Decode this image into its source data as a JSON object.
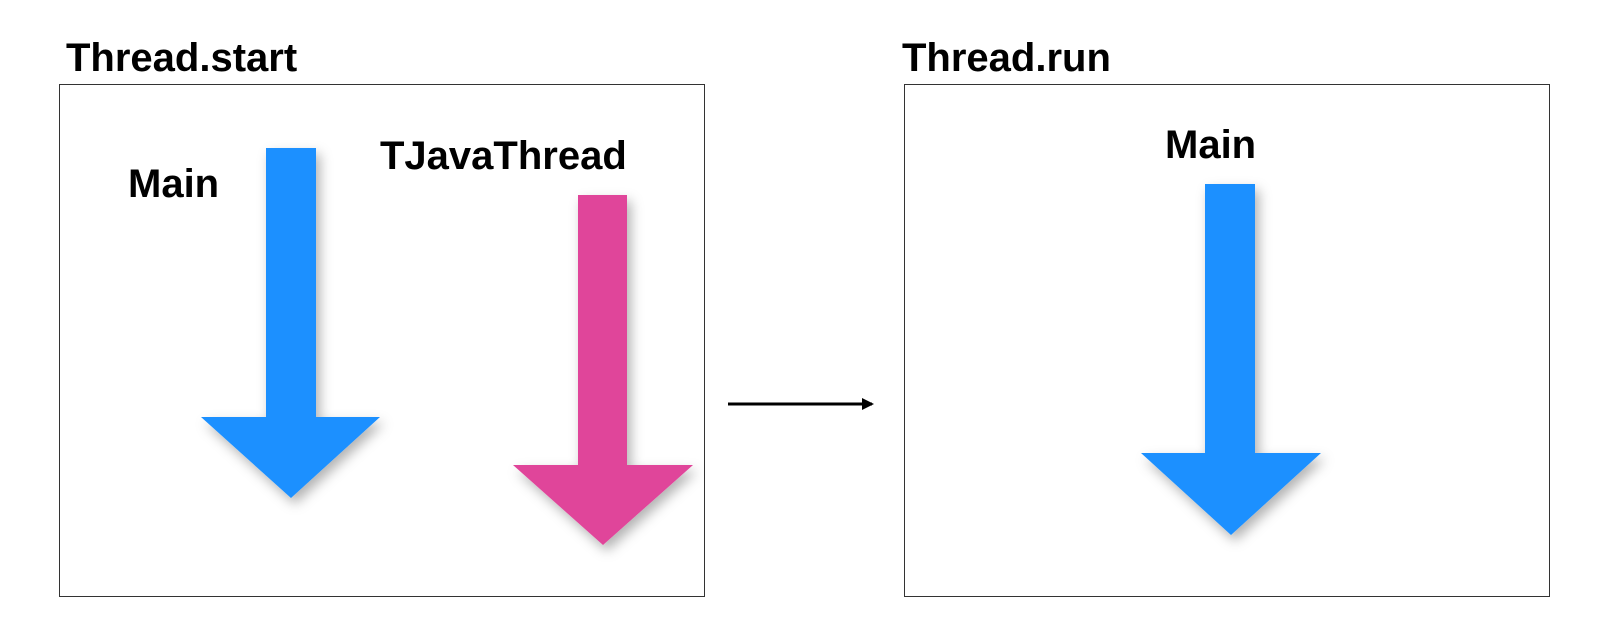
{
  "left_panel": {
    "title": "Thread.start",
    "label_main": "Main",
    "label_thread": "TJavaThread"
  },
  "right_panel": {
    "title": "Thread.run",
    "label_main": "Main"
  },
  "colors": {
    "main_arrow": "#1e90ff",
    "thread_arrow": "#e0449a",
    "connector": "#000000",
    "border": "#333333"
  },
  "icons": {
    "main_arrow": "arrow-down-icon",
    "thread_arrow": "arrow-down-icon",
    "connector": "arrow-right-icon"
  }
}
